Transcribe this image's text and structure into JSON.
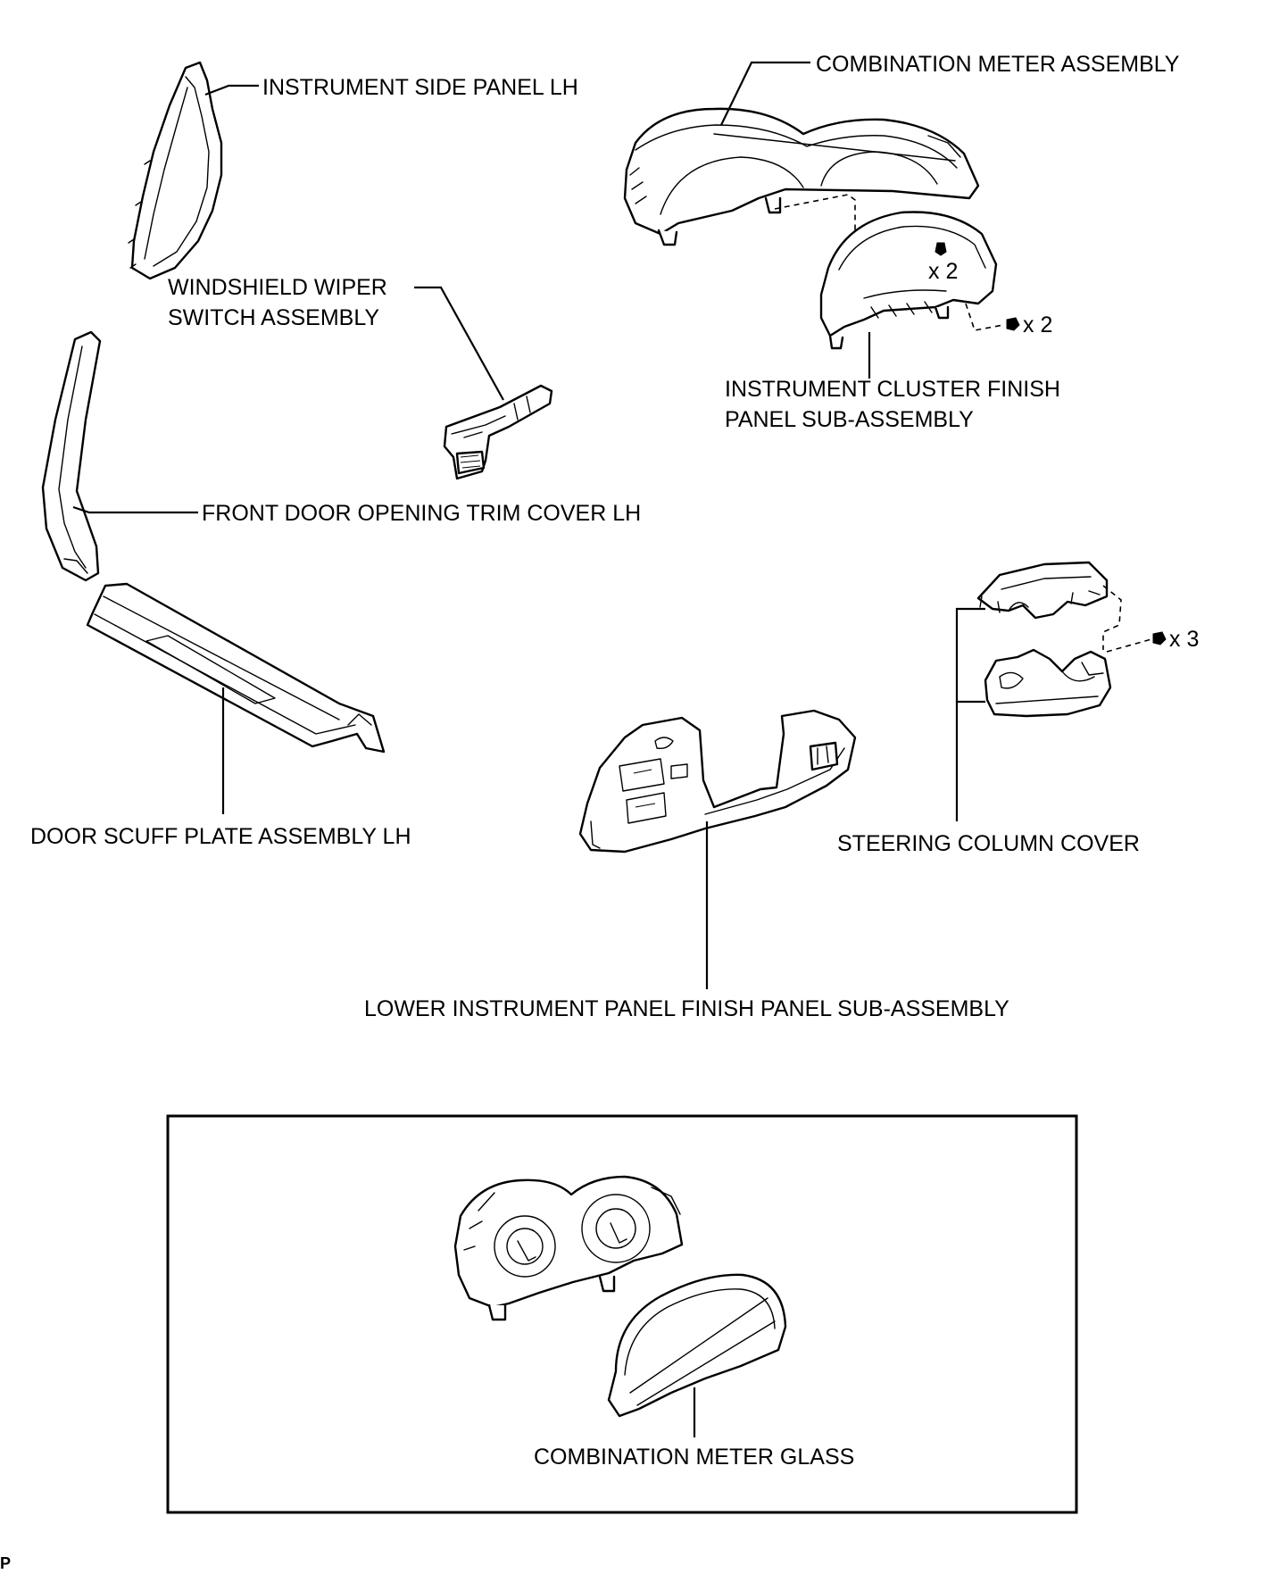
{
  "labels": {
    "instrument_side_panel_lh": "INSTRUMENT SIDE PANEL LH",
    "combination_meter_assembly": "COMBINATION METER ASSEMBLY",
    "windshield_wiper_switch_line1": "WINDSHIELD WIPER",
    "windshield_wiper_switch_line2": "SWITCH ASSEMBLY",
    "instrument_cluster_finish_line1": "INSTRUMENT CLUSTER FINISH",
    "instrument_cluster_finish_line2": "PANEL SUB-ASSEMBLY",
    "front_door_opening_trim_cover_lh": "FRONT DOOR OPENING TRIM COVER LH",
    "door_scuff_plate_assembly_lh": "DOOR SCUFF PLATE ASSEMBLY LH",
    "steering_column_cover": "STEERING COLUMN COVER",
    "lower_instrument_panel_finish": "LOWER INSTRUMENT PANEL FINISH PANEL SUB-ASSEMBLY",
    "combination_meter_glass": "COMBINATION METER GLASS"
  },
  "quantities": {
    "cluster_upper_screws": "x 2",
    "cluster_lower_screws": "x 2",
    "steering_cover_screws": "x 3"
  },
  "corner_mark": "P"
}
